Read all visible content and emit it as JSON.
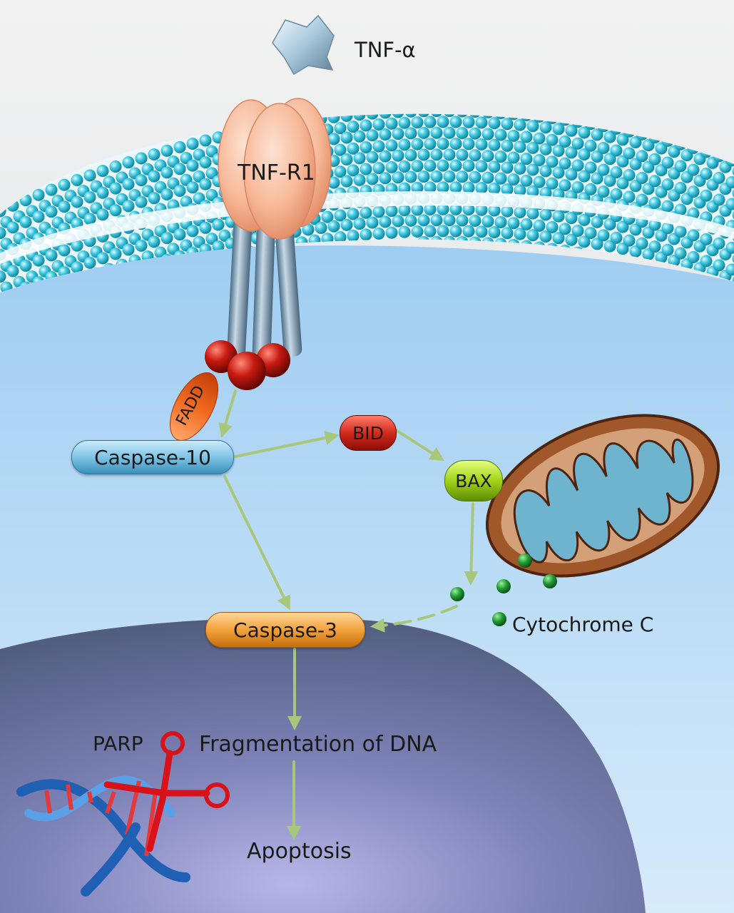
{
  "diagram": {
    "ligand": "TNF-α",
    "receptor": "TNF-R1",
    "adaptor": "FADD",
    "initiator_caspase": "Caspase-10",
    "bid": "BID",
    "bax": "BAX",
    "cytochrome": "Cytochrome C",
    "executioner_caspase": "Caspase-3",
    "parp": "PARP",
    "dna_fragmentation": "Fragmentation of DNA",
    "outcome": "Apoptosis"
  },
  "colors": {
    "membrane_head": "#3fc8e0",
    "cytoplasm": "#a9d3f3",
    "nucleus": "#5d6a93",
    "arrow": "#a9c77a",
    "caspase10": "#7ec4e6",
    "caspase3": "#f2a23c",
    "bid": "#d22a1c",
    "bax": "#a3d21a",
    "fadd": "#f36a1f",
    "receptor": "#f7b898",
    "mito_outer": "#8a4a23",
    "mito_matrix": "#6fb4cf",
    "cytochrome": "#2a9a3c",
    "scissors": "#d9121a"
  }
}
